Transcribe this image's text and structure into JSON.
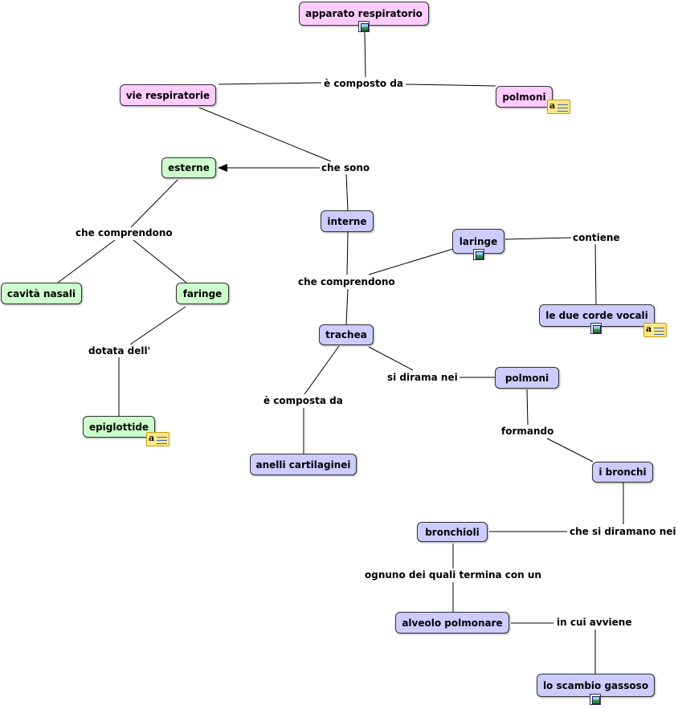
{
  "concepts": {
    "apparato_respiratorio": "apparato respiratorio",
    "vie_respiratorie": "vie respiratorie",
    "polmoni_top": "polmoni",
    "esterne": "esterne",
    "interne": "interne",
    "cavita_nasali": "cavità nasali",
    "faringe": "faringe",
    "epiglottide": "epiglottide",
    "laringe": "laringe",
    "corde_vocali": "le due corde vocali",
    "trachea": "trachea",
    "polmoni": "polmoni",
    "anelli": "anelli cartilaginei",
    "bronchi": "i bronchi",
    "bronchioli": "bronchioli",
    "alveolo": "alveolo polmonare",
    "scambio": "lo scambio gassoso"
  },
  "links": {
    "e_composto_da": "è composto da",
    "che_sono": "che sono",
    "che_comprendono_esterne": "che comprendono",
    "dotata_dell": "dotata dell'",
    "che_comprendono_interne": "che comprendono",
    "contiene": "contiene",
    "si_dirama_nei": "si dirama nei",
    "e_composta_da": "è composta da",
    "formando": "formando",
    "che_si_diramano_nei": "che si diramano nei",
    "ognuno": "ognuno dei quali termina con un",
    "in_cui_avviene": "in cui avviene"
  },
  "colors": {
    "root": "#ffccff",
    "esterne": "#ccffcc",
    "interne": "#ccccff",
    "line": "#000000"
  },
  "icons": {
    "image": "image-resource-icon",
    "note": "text-note-icon"
  }
}
